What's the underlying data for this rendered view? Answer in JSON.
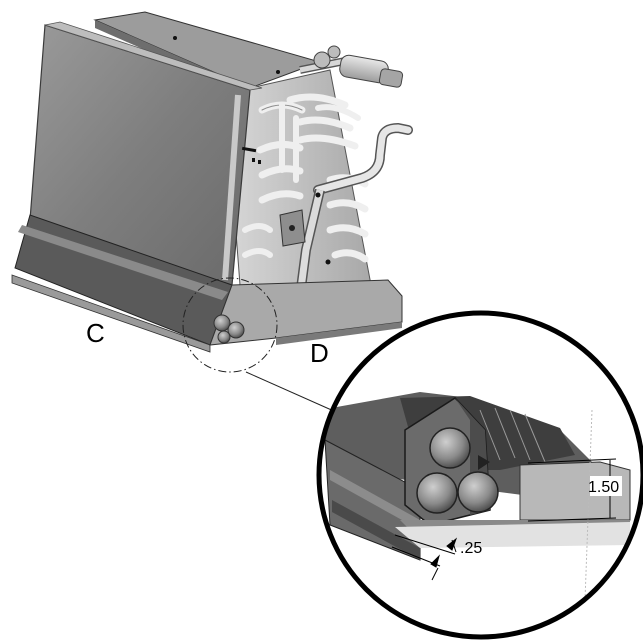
{
  "labels": {
    "side_c": "C",
    "side_d": "D"
  },
  "dimensions": {
    "height_value": "1.50",
    "thickness_value": ".25"
  },
  "colors": {
    "coil_face": "#8a8a8a",
    "frame_dark": "#4a4a4a",
    "tube_light": "#c8c8c8",
    "base_gray": "#b0b0b0",
    "outline": "#000000"
  }
}
